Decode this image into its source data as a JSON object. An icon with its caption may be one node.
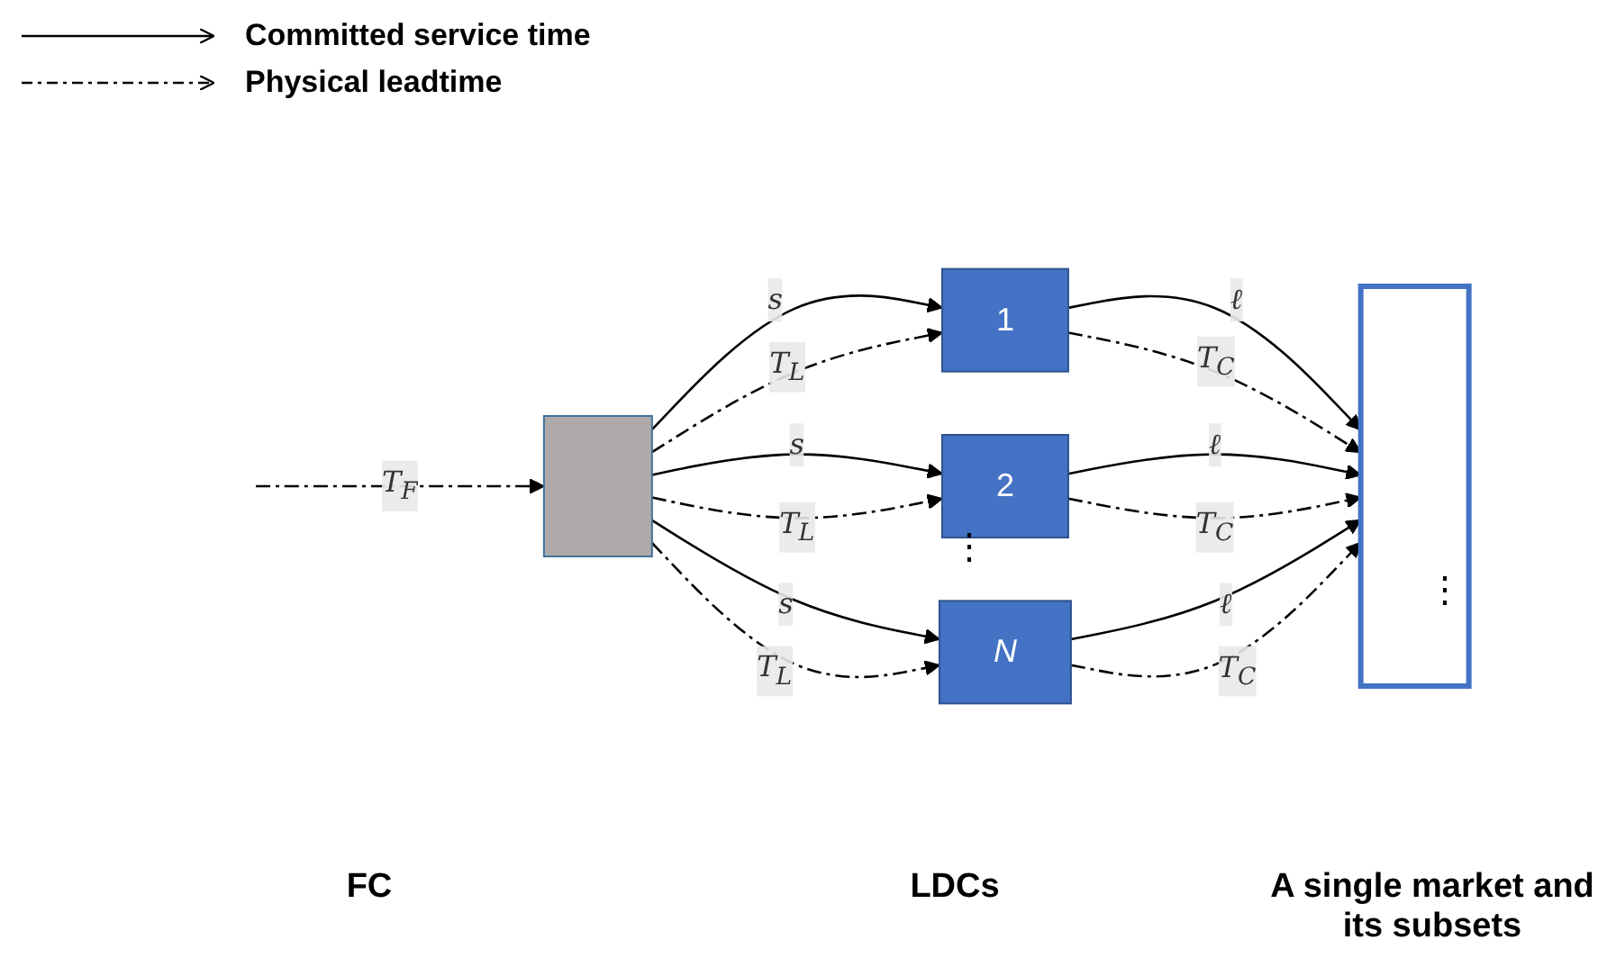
{
  "diagram": {
    "nodes": [
      {
        "text": [],
        "shape": "box"
      },
      {
        "text": [
          "1"
        ]
      },
      {
        "text": [
          "2"
        ]
      },
      {
        "text": [
          "N"
        ]
      },
      {
        "text": [],
        "shape": "box"
      }
    ],
    "edges": [
      {
        "from": null,
        "to": 0,
        "arrow": "to",
        "label": "T$_{F}$",
        "style": "dashed"
      },
      {
        "from": 0,
        "to": 1,
        "arrow": "to",
        "label": "s"
      },
      {
        "from": 0,
        "to": 1,
        "arrow": "to",
        "label": "T$_{L}$",
        "style": "dashed"
      },
      {
        "from": 0,
        "to": 2,
        "arrow": "to",
        "label": "s"
      },
      {
        "from": 0,
        "to": 2,
        "arrow": "to",
        "label": "T$_{L}$",
        "style": "dashed"
      },
      {
        "from": 0,
        "to": 3,
        "arrow": "to",
        "label": "s"
      },
      {
        "from": 0,
        "to": 3,
        "arrow": "to",
        "label": "T$_{L}$",
        "style": "dashed"
      },
      {
        "from": 1,
        "to": 4,
        "arrow": "to",
        "label": "ℓ"
      },
      {
        "from": 1,
        "to": 4,
        "arrow": "to",
        "label": "T$_{C}$",
        "style": "dashed"
      },
      {
        "from": 2,
        "to": 4,
        "arrow": "to",
        "label": "ℓ"
      },
      {
        "from": 2,
        "to": 4,
        "arrow": "to",
        "label": "T$_{C}$",
        "style": "dashed"
      },
      {
        "from": 3,
        "to": 4,
        "arrow": "to",
        "label": "ℓ"
      },
      {
        "from": 3,
        "to": 4,
        "arrow": "to",
        "label": "T$_{C}$",
        "style": "dashed"
      }
    ],
    "labels": [
      "⋮",
      "⋮",
      "FC",
      "LDCs",
      "A single market and its subsets"
    ],
    "legend": [
      {
        "text": "Committed service time"
      },
      {
        "text": "Physical leadtime"
      }
    ]
  }
}
